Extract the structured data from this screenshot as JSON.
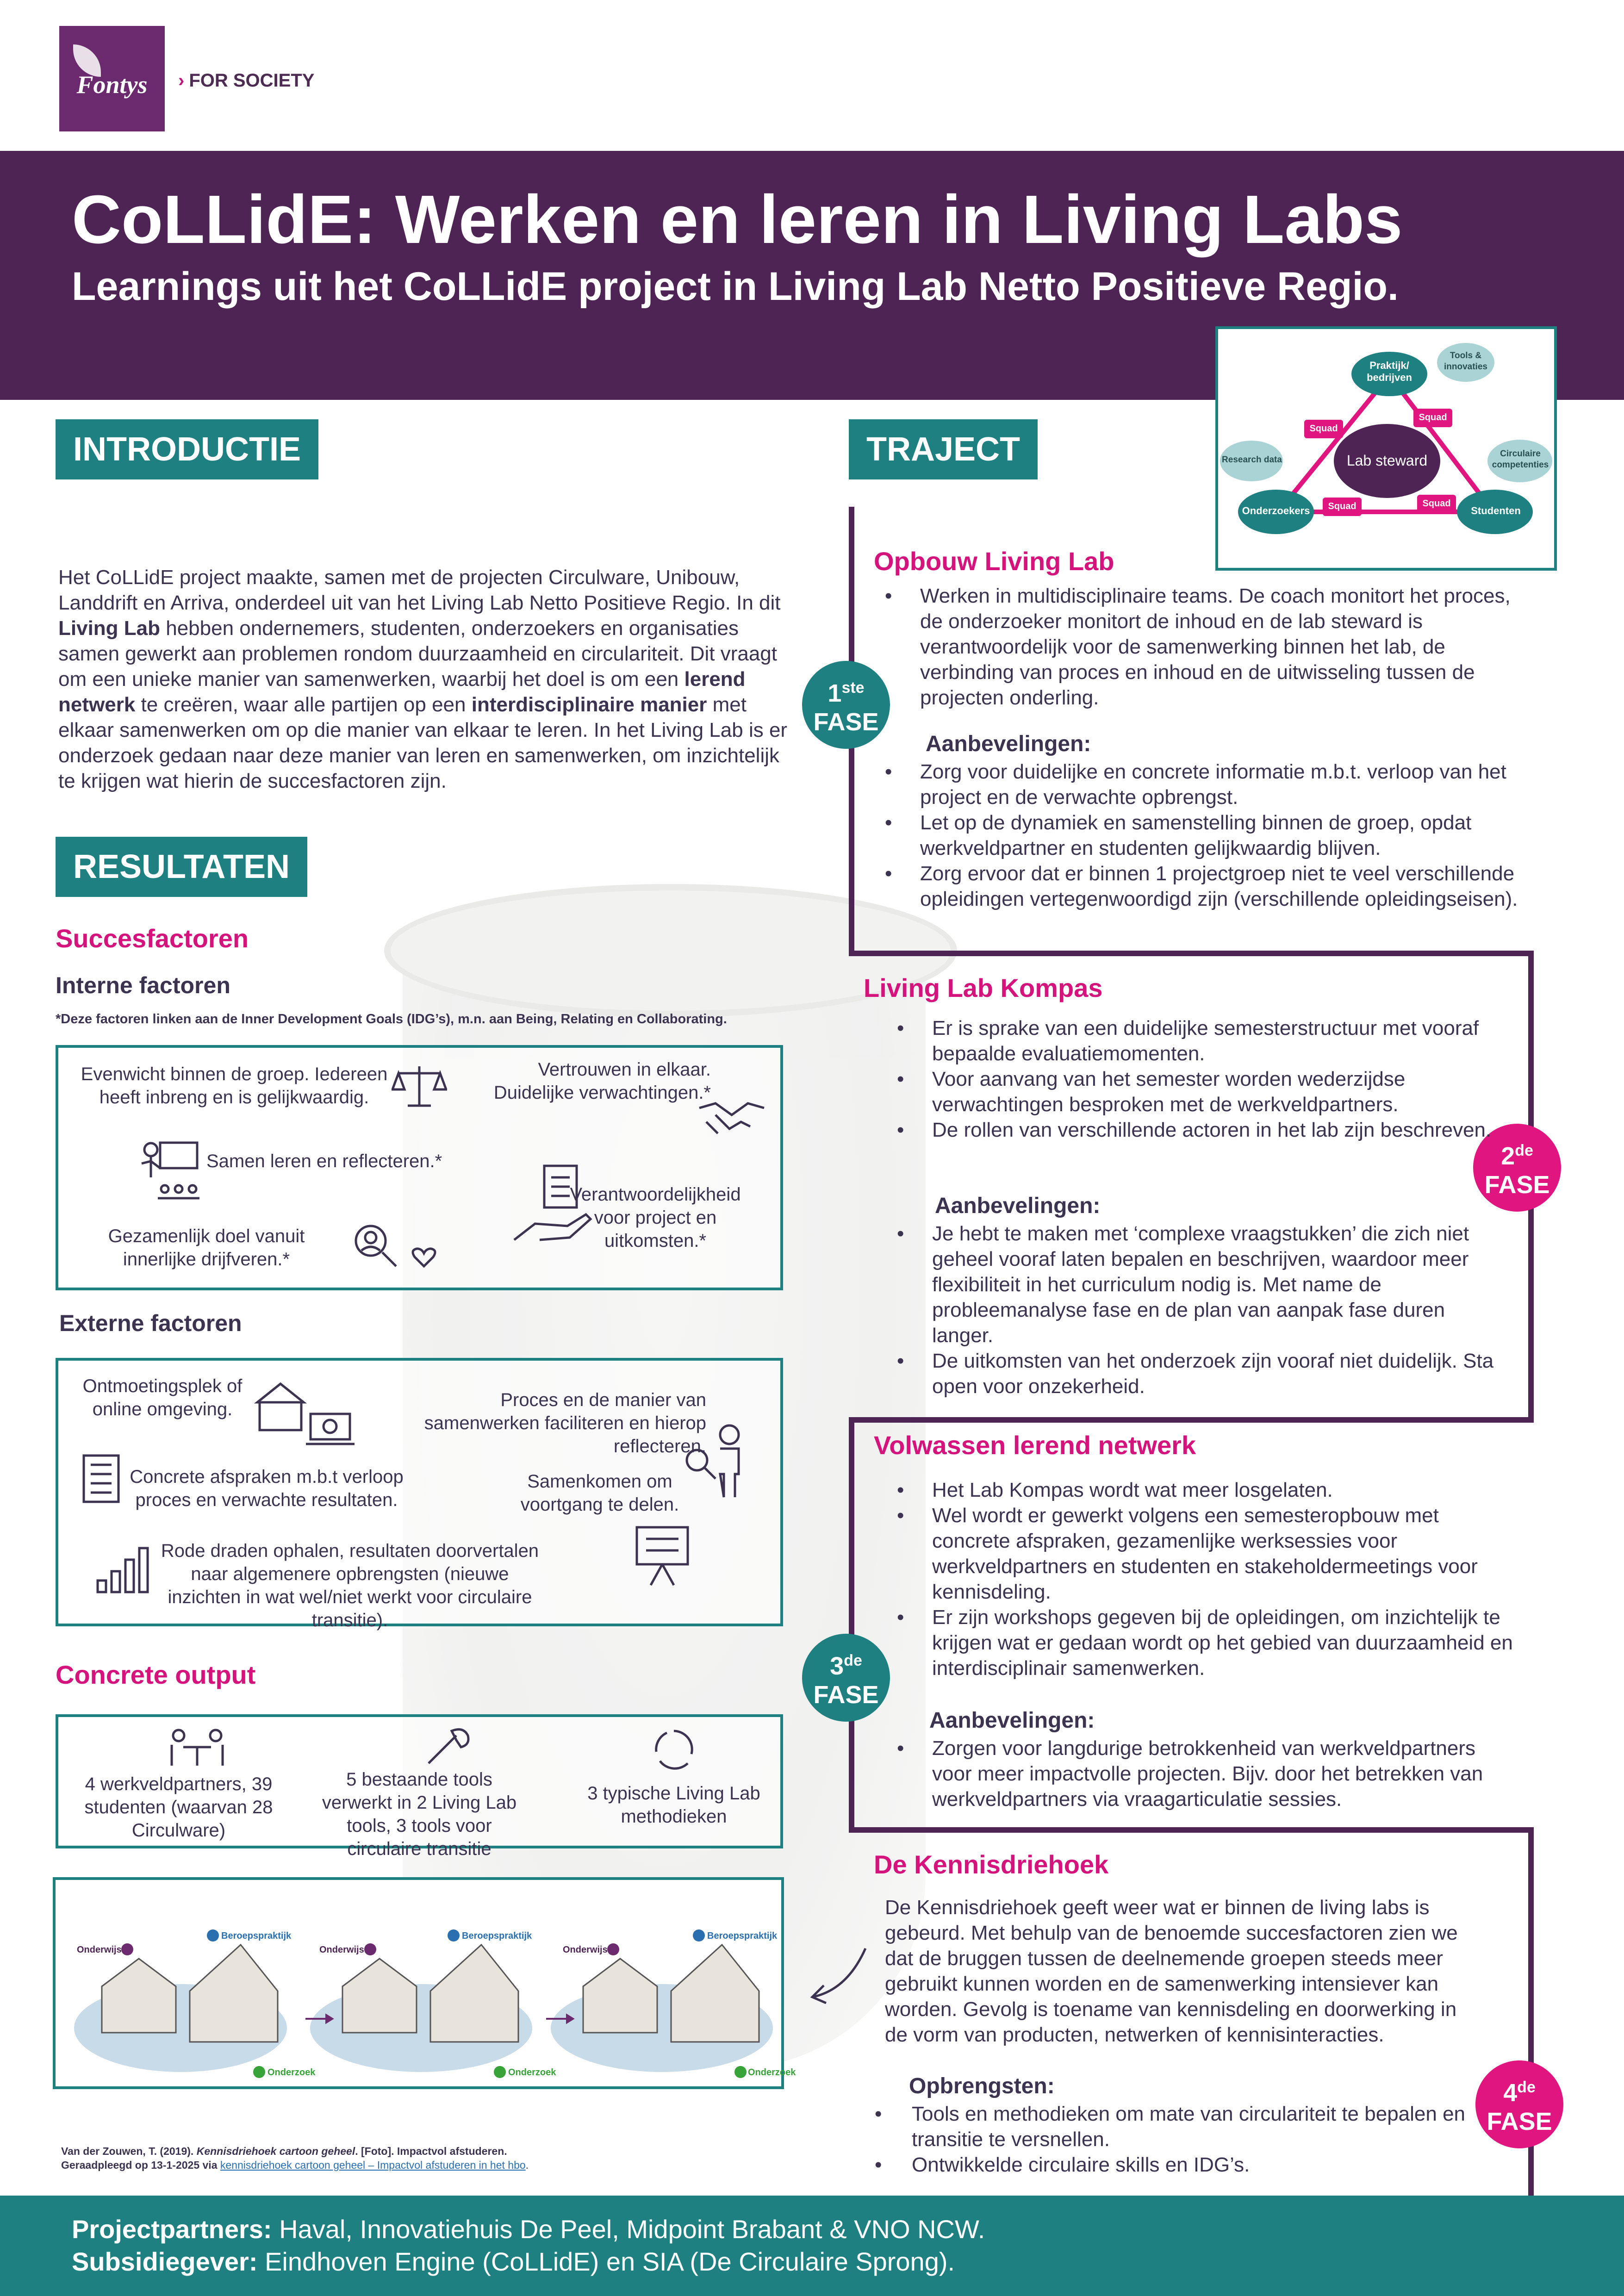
{
  "brand": {
    "logo": "Fontys",
    "tagline": "FOR SOCIETY"
  },
  "header": {
    "title": "CoLLidE: Werken en leren in Living Labs",
    "subtitle": "Learnings uit het CoLLidE project in Living Lab Netto Positieve Regio."
  },
  "diagram": {
    "center": "Lab steward",
    "nodes": [
      "Praktijk/ bedrijven",
      "Onderzoekers",
      "Studenten"
    ],
    "clouds": [
      "Tools & innovaties",
      "Research data",
      "Circulaire competenties"
    ],
    "squad": "Squad"
  },
  "intro": {
    "heading": "INTRODUCTIE",
    "p1": "Het CoLLidE project maakte, samen met de projecten Circulware, Unibouw, Landdrift en Arriva, onderdeel uit van het Living Lab Netto Positieve Regio. In dit ",
    "b1": "Living Lab",
    "p2": " hebben ondernemers, studenten, onderzoekers en organisaties samen gewerkt aan problemen rondom duurzaamheid en circulariteit. Dit vraagt om een unieke manier van samenwerken, waarbij het doel is om een ",
    "b2": "lerend netwerk",
    "p3": " te creëren, waar alle partijen op een ",
    "b3": "interdisciplinaire manier",
    "p4": " met elkaar samenwerken om op die manier van elkaar te leren. In het Living Lab is er onderzoek gedaan naar deze manier van leren en samenwerken, om inzichtelijk te krijgen wat hierin de succesfactoren zijn."
  },
  "results": {
    "heading": "RESULTATEN",
    "succes": "Succesfactoren",
    "intern": "Interne factoren",
    "note": "*Deze factoren linken aan de Inner Development Goals (IDG’s), m.n. aan Being, Relating en Collaborating.",
    "intern_items": [
      "Evenwicht binnen de groep. Iedereen heeft inbreng en is gelijkwaardig.",
      "Vertrouwen in elkaar. Duidelijke verwachtingen.*",
      "Samen leren en reflecteren.*",
      "Verantwoordelijkheid voor project en uitkomsten.*",
      "Gezamenlijk doel vanuit innerlijke drijfveren.*"
    ],
    "extern": "Externe factoren",
    "extern_items": [
      "Ontmoetingsplek of online omgeving.",
      "Proces en de manier van samenwerken faciliteren en hierop reflecteren.",
      "Concrete afspraken m.b.t verloop proces en verwachte resultaten.",
      "Samenkomen om voortgang te delen.",
      "Rode draden ophalen, resultaten doorvertalen naar algemenere opbrengsten (nieuwe inzichten in wat wel/niet werkt voor circulaire transitie)."
    ],
    "output": "Concrete output",
    "output_items": [
      "4 werkveldpartners, 39 studenten (waarvan 28 Circulware)",
      "5 bestaande tools verwerkt in 2 Living Lab tools, 3 tools voor circulaire transitie",
      "3 typische Living Lab methodieken"
    ],
    "cartoon_labels": {
      "onderwijs": "Onderwijs",
      "beroeps": "Beroepspraktijk",
      "onderzoek": "Onderzoek"
    },
    "cite1": "Van der Zouwen, T. (2019). ",
    "cite_title": "Kennisdriehoek cartoon geheel",
    "cite2": ". [Foto]. Impactvol afstuderen.",
    "cite3": "Geraadpleegd op 13-1-2025 via ",
    "cite_link": "kennisdriehoek cartoon geheel – Impactvol afstuderen in het hbo",
    "cite4": "."
  },
  "traject": {
    "heading": "TRAJECT",
    "rec_label": "Aanbevelingen:",
    "phases": [
      {
        "num": "1",
        "sup": "ste",
        "label": "FASE",
        "title": "Opbouw Living Lab",
        "bullets": [
          "Werken in multidisciplinaire teams. De coach monitort het proces, de onderzoeker monitort de inhoud en de lab steward is verantwoordelijk voor de samenwerking binnen het lab, de verbinding van proces en inhoud en de uitwisseling tussen de projecten onderling."
        ],
        "recs": [
          "Zorg voor duidelijke en concrete informatie m.b.t. verloop van het project en de verwachte opbrengst.",
          "Let op de dynamiek en samenstelling binnen de groep, opdat werkveldpartner en studenten gelijkwaardig blijven.",
          "Zorg ervoor dat er binnen 1 projectgroep niet te veel verschillende opleidingen vertegenwoordigd zijn (verschillende opleidingseisen)."
        ]
      },
      {
        "num": "2",
        "sup": "de",
        "label": "FASE",
        "title": "Living Lab Kompas",
        "bullets": [
          "Er is sprake van een duidelijke semesterstructuur met vooraf bepaalde evaluatiemomenten.",
          "Voor aanvang van het semester worden wederzijdse verwachtingen besproken met de werkveldpartners.",
          "De rollen van verschillende actoren in het lab zijn beschreven."
        ],
        "recs": [
          "Je hebt te maken met ‘complexe vraagstukken’ die zich niet geheel vooraf laten bepalen en beschrijven, waardoor meer flexibiliteit in het curriculum nodig  is. Met name de probleemanalyse fase en de plan van aanpak fase duren langer.",
          "De uitkomsten van het onderzoek zijn vooraf niet duidelijk. Sta open voor onzekerheid."
        ]
      },
      {
        "num": "3",
        "sup": "de",
        "label": "FASE",
        "title": "Volwassen lerend netwerk",
        "bullets": [
          "Het Lab Kompas wordt wat meer losgelaten.",
          "Wel wordt er gewerkt volgens een semesteropbouw met concrete afspraken, gezamenlijke werksessies voor werkveldpartners en studenten en stakeholdermeetings voor kennisdeling.",
          "Er zijn workshops gegeven bij de opleidingen, om inzichtelijk te krijgen wat er gedaan wordt op het gebied van duurzaamheid en interdisciplinair samenwerken."
        ],
        "recs": [
          "Zorgen voor langdurige betrokkenheid van werkveldpartners voor meer impactvolle projecten. Bijv. door het betrekken van werkveldpartners via vraagarticulatie sessies."
        ]
      },
      {
        "num": "4",
        "sup": "de",
        "label": "FASE",
        "title": "De Kennisdriehoek",
        "text": "De Kennisdriehoek geeft weer wat er binnen de living labs is gebeurd. Met behulp van de benoemde succesfactoren zien we dat de bruggen tussen de deelnemende groepen steeds meer gebruikt kunnen worden en de samenwerking intensiever kan worden. Gevolg is toename van kennisdeling en doorwerking in de vorm van producten, netwerken of kennisinteracties.",
        "opbr_label": "Opbrengsten:",
        "recs": [
          "Tools en methodieken om mate van circulariteit te bepalen en transitie te versnellen.",
          "Ontwikkelde circulaire skills en IDG’s."
        ]
      }
    ]
  },
  "footer": {
    "partners_label": "Projectpartners:",
    "partners": " Haval, Innovatiehuis De Peel, Midpoint Brabant & VNO NCW.",
    "subsidy_label": "Subsidiegever:",
    "subsidy": " Eindhoven Engine (CoLLidE) en SIA (De Circulaire Sprong)."
  },
  "colors": {
    "purple": "#4e2454",
    "teal": "#1e8080",
    "magenta": "#e0157f"
  }
}
